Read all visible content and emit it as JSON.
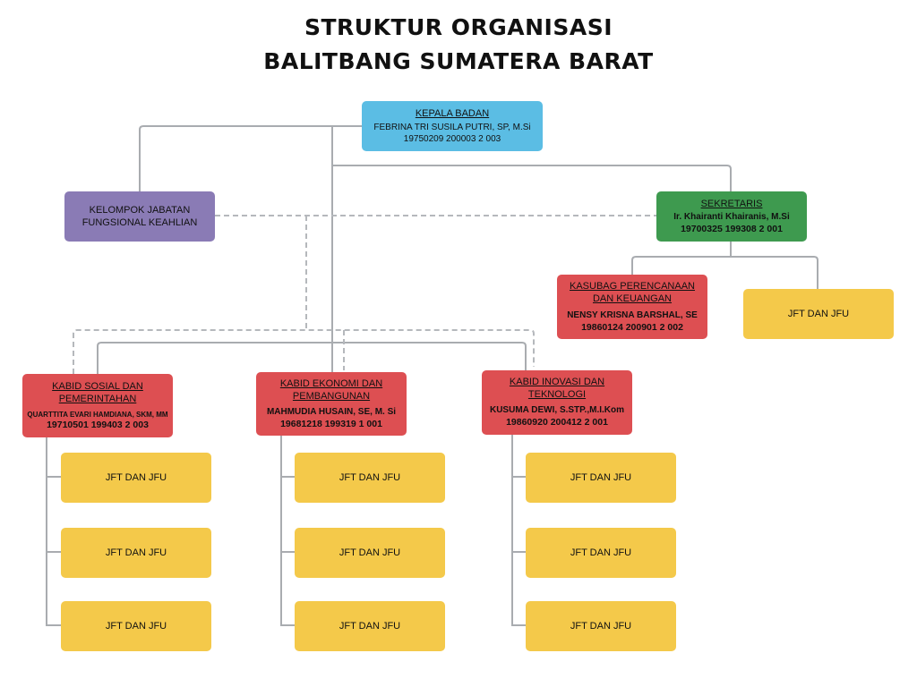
{
  "title": {
    "line1": "STRUKTUR ORGANISASI",
    "line2": "BALITBANG SUMATERA BARAT"
  },
  "colors": {
    "head": "#5bbde4",
    "secretary": "#3e9a4f",
    "functional_group": "#8a7bb5",
    "division": "#dd4f52",
    "staff": "#f4c94a",
    "connector": "#a9acb0"
  },
  "nodes": {
    "kepala": {
      "role": "KEPALA BADAN",
      "name": "FEBRINA TRI SUSILA PUTRI, SP, M.Si",
      "nip": "19750209 200003 2 003"
    },
    "kelompok": {
      "label_line1": "KELOMPOK JABATAN",
      "label_line2": "FUNGSIONAL KEAHLIAN"
    },
    "sekretaris": {
      "role": "SEKRETARIS",
      "name": "Ir. Khairanti Khairanis, M.Si",
      "nip": "19700325 199308 2 001"
    },
    "kasubag": {
      "role_line1": "KASUBAG PERENCANAAN",
      "role_line2": "DAN KEUANGAN",
      "name": "NENSY KRISNA BARSHAL, SE",
      "nip": "19860124 200901 2 002"
    },
    "sekretariat_staff": {
      "label": "JFT DAN JFU"
    },
    "kabid": [
      {
        "role_line1": "KABID SOSIAL DAN",
        "role_line2": "PEMERINTAHAN",
        "name": "QUARTTITA EVARI HAMDIANA, SKM, MM",
        "nip": "19710501 199403 2 003",
        "staff": [
          "JFT DAN JFU",
          "JFT DAN JFU",
          "JFT DAN JFU"
        ]
      },
      {
        "role_line1": "KABID EKONOMI DAN",
        "role_line2": "PEMBANGUNAN",
        "name": "MAHMUDIA HUSAIN, SE, M. Si",
        "nip": "19681218 199319 1 001",
        "staff": [
          "JFT DAN JFU",
          "JFT DAN JFU",
          "JFT DAN JFU"
        ]
      },
      {
        "role_line1": "KABID INOVASI DAN",
        "role_line2": "TEKNOLOGI",
        "name": "KUSUMA DEWI, S.STP.,M.I.Kom",
        "nip": "19860920 200412 2 001",
        "staff": [
          "JFT DAN JFU",
          "JFT DAN JFU",
          "JFT DAN JFU"
        ]
      }
    ]
  }
}
